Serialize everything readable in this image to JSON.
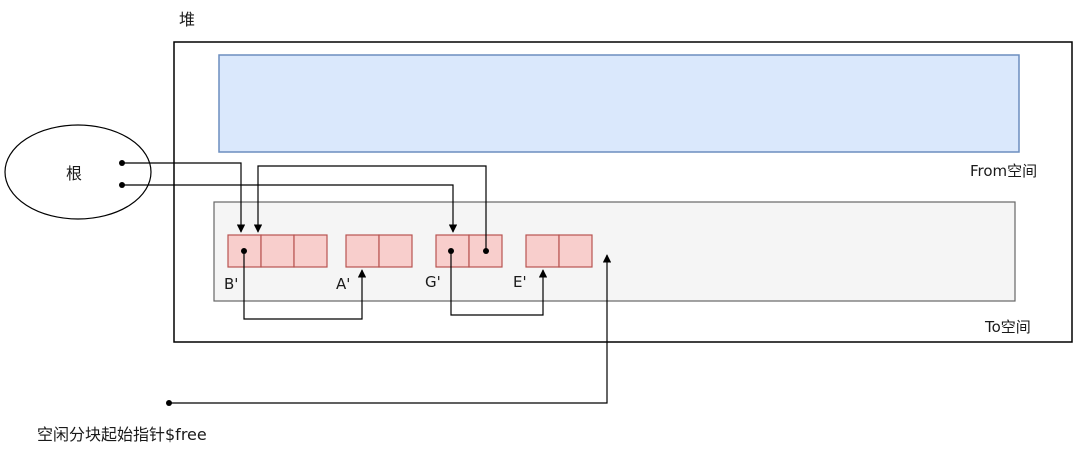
{
  "heap": {
    "label": "堆"
  },
  "from_space": {
    "label": "From空间",
    "fill": "#dae8fc",
    "stroke": "#6c8ebf"
  },
  "to_space": {
    "label": "To空间",
    "fill": "#f5f5f5",
    "stroke": "#666666"
  },
  "root": {
    "label": "根"
  },
  "objects": [
    {
      "id": "b",
      "label": "B'",
      "cells": 3
    },
    {
      "id": "a",
      "label": "A'",
      "cells": 2
    },
    {
      "id": "g",
      "label": "G'",
      "cells": 2
    },
    {
      "id": "e",
      "label": "E'",
      "cells": 2
    }
  ],
  "object_style": {
    "fill": "#f8cecc",
    "stroke": "#b85450"
  },
  "free_pointer": {
    "label": "空闲分块起始指针$free"
  }
}
